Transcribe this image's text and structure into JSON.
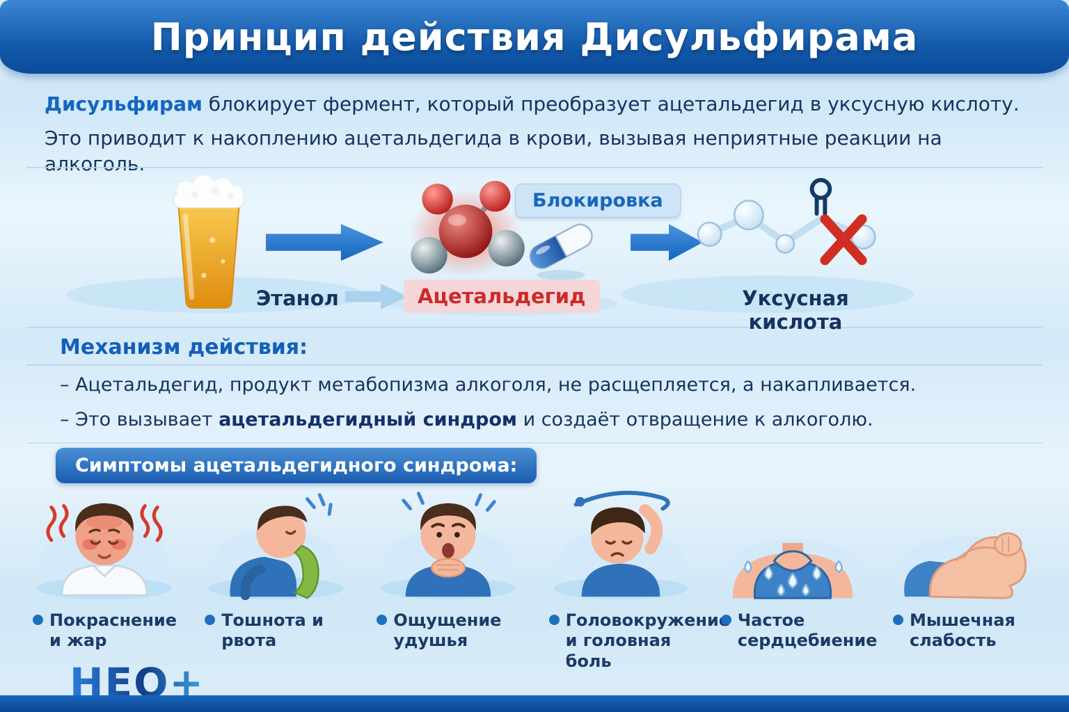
{
  "header": {
    "title": "Принцип действия Дисульфирама"
  },
  "intro": {
    "term": "Дисульфирам",
    "line1_rest": " блокирует фермент, который преобразует ацетальдегид в уксусную кислоту.",
    "line2": "Это приводит к накоплению ацетальдегида в крови, вызывая неприятные реакции на алкоголь."
  },
  "process": {
    "ethanol_label": "Этанол",
    "acetaldehyde_label": "Ацетальдегид",
    "blocking_label": "Блокировка",
    "acid_label": "Уксусная кислота"
  },
  "mechanism": {
    "title": "Механизм действия:",
    "item1": "– Ацетальдегид, продукт метабопизма алкоголя, не расщепляется, а накапливается.",
    "item2_before": "– Это вызывает ",
    "item2_bold": "ацетальдегидный синдром",
    "item2_after": " и создаёт отвращение к алкоголю."
  },
  "symptoms": {
    "title": "Симптомы ацетальдегидного синдрома:",
    "items": [
      {
        "label": "Покраснение и жар",
        "icon": "flushing-icon"
      },
      {
        "label": "Тошнота и рвота",
        "icon": "vomiting-icon"
      },
      {
        "label": "Ощущение удушья",
        "icon": "choking-icon"
      },
      {
        "label": "Головокружение и головная боль",
        "icon": "dizziness-icon"
      },
      {
        "label": "Частое сердцебиение",
        "icon": "sweating-icon"
      },
      {
        "label": "Мышечная слабость",
        "icon": "muscle-weakness-icon"
      }
    ]
  },
  "footer": {
    "logo": "НЕО+"
  },
  "colors": {
    "header_blue": "#0f55a8",
    "accent_blue": "#1565c0",
    "text_navy": "#16325f",
    "alert_red": "#d32721",
    "light_blue_bg": "#d4eafa"
  }
}
